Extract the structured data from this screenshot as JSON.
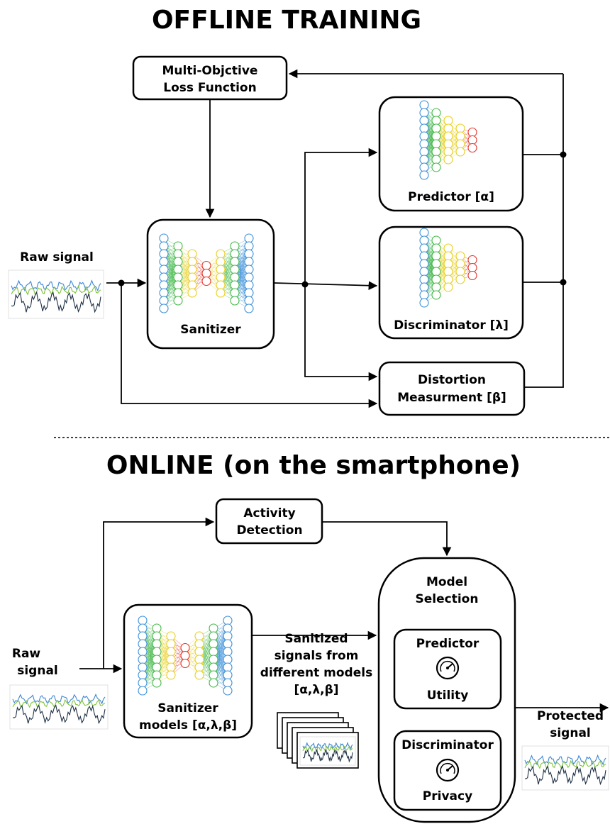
{
  "offline": {
    "title": "OFFLINE TRAINING",
    "loss_line1": "Multi-Objctive",
    "loss_line2": "Loss Function",
    "predictor": "Predictor [α]",
    "discriminator": "Discriminator  [λ]",
    "distortion_line1": "Distortion",
    "distortion_line2": "Measurment [β]",
    "sanitizer": "Sanitizer",
    "raw_signal": "Raw signal"
  },
  "online": {
    "title": "ONLINE (on the smartphone)",
    "activity_line1": "Activity",
    "activity_line2": "Detection",
    "model_selection_line1": "Model",
    "model_selection_line2": "Selection",
    "predictor": "Predictor",
    "utility": "Utility",
    "discriminator": "Discriminator",
    "privacy": "Privacy",
    "raw_line1": "Raw",
    "raw_line2": "signal",
    "sanitizer_line1": "Sanitizer",
    "sanitizer_line2": "models [α,λ,β]",
    "sanitized_line1": "Sanitized",
    "sanitized_line2": "signals from",
    "sanitized_line3": "different models",
    "sanitized_line4": "[α,λ,β]",
    "protected_line1": "Protected",
    "protected_line2": "signal"
  },
  "colors": {
    "nn_blue": "#3b8fd9",
    "nn_green": "#44b84a",
    "nn_yellow": "#e8cf1f",
    "nn_red": "#e2332a",
    "signal_blue": "#3c86d3",
    "signal_green": "#7fc23a",
    "signal_dark": "#1e2f44"
  },
  "icons": [
    "neural-network-icon",
    "gauge-icon",
    "signal-plot-icon"
  ]
}
